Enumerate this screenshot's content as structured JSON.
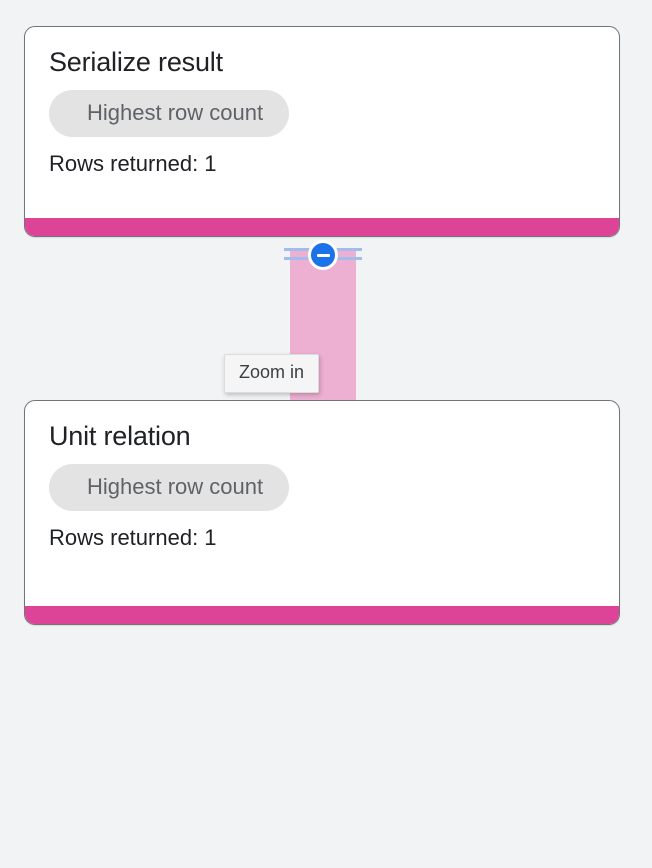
{
  "page": {
    "background_color": "#f1f3f4"
  },
  "colors": {
    "accent_pink": "#dd4498",
    "connector_pink": "#edafd2",
    "handle_blue": "#1a73e8",
    "rail_blue": "#a3bdea",
    "pill_background": "#e3e3e3",
    "pill_text": "#5f6368",
    "card_border": "#70757a",
    "title_text": "#202124"
  },
  "nodes": [
    {
      "title": "Serialize result",
      "metric_label": "Highest row count",
      "rows_line": "Rows returned: 1"
    },
    {
      "title": "Unit relation",
      "metric_label": "Highest row count",
      "rows_line": "Rows returned: 1"
    }
  ],
  "connector": {
    "handle_icon": "minus-circle-icon",
    "handle_state": "expanded",
    "tooltip": "Zoom in"
  }
}
